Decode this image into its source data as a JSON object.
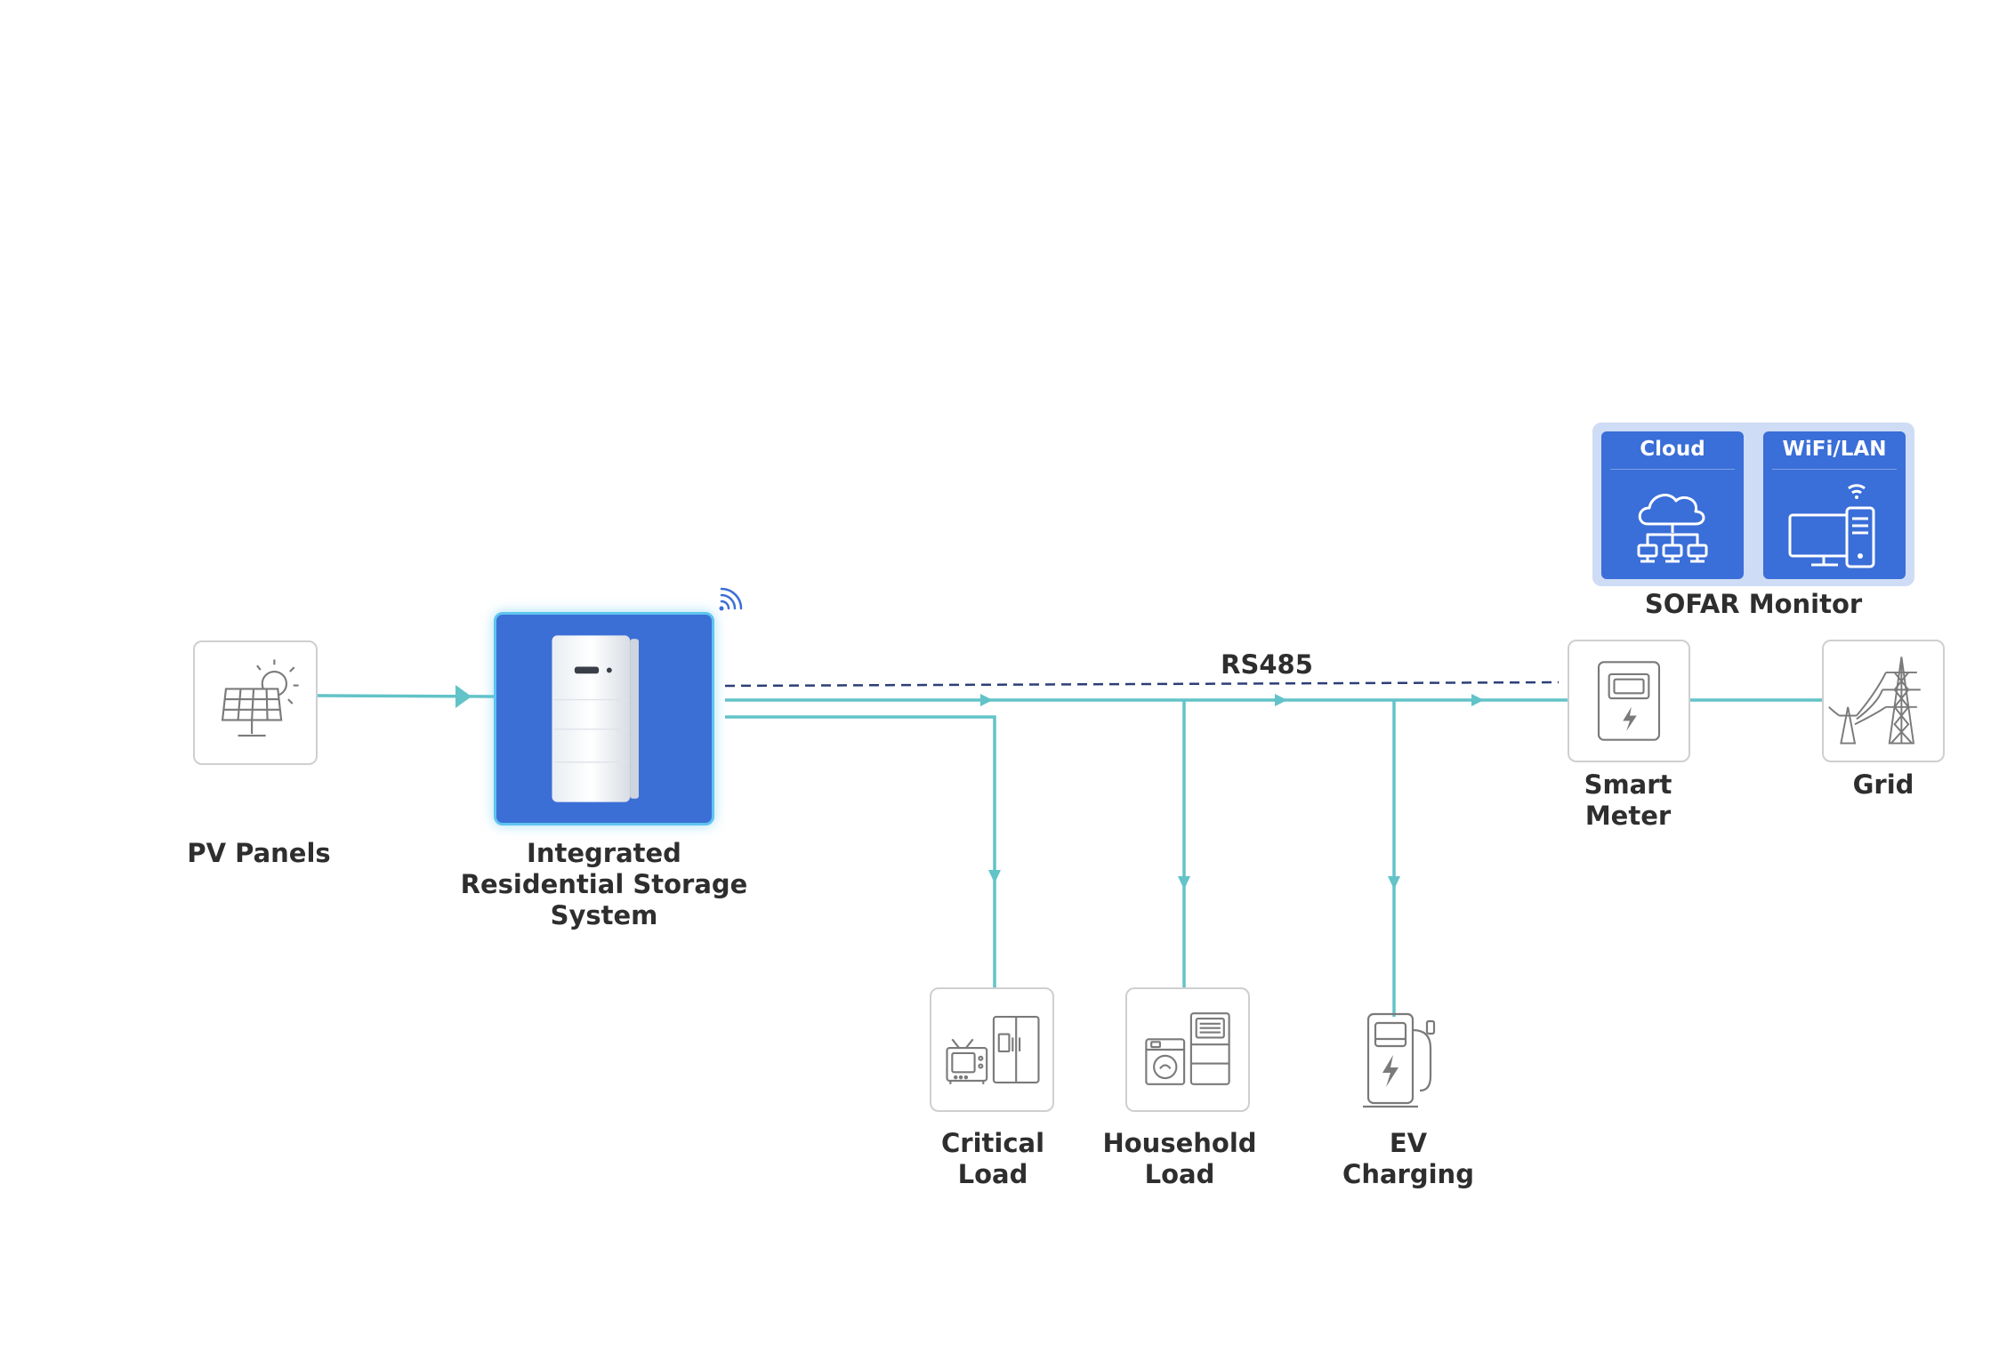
{
  "colors": {
    "power_line": "#62c3c8",
    "comm_line": "#2d3e78",
    "accent_blue": "#3b6fd6",
    "glow": "#5fc4ef",
    "icon_stroke": "#7a7a7a",
    "box_border": "#cfcfcf",
    "label": "#2e2e2e"
  },
  "nodes": {
    "pv_panels": {
      "label": [
        "PV Panels"
      ],
      "icon": "solar-panel-icon"
    },
    "storage": {
      "label": [
        "Integrated",
        "Residential Storage",
        "System"
      ],
      "icon": "battery-cabinet-icon",
      "badge_icon": "wireless-signal-icon"
    },
    "smart_meter": {
      "label": [
        "Smart",
        "Meter"
      ],
      "icon": "smart-meter-icon"
    },
    "grid": {
      "label": [
        "Grid"
      ],
      "icon": "power-tower-icon"
    },
    "critical_load": {
      "label": [
        "Critical",
        "Load"
      ],
      "icon": "tv-fridge-icon"
    },
    "household_load": {
      "label": [
        "Household",
        "Load"
      ],
      "icon": "washer-appliance-icon"
    },
    "ev_charging": {
      "label": [
        "EV",
        "Charging"
      ],
      "icon": "ev-charger-icon"
    }
  },
  "monitor": {
    "title": "SOFAR Monitor",
    "cards": [
      {
        "title": "Cloud",
        "icon": "cloud-network-icon"
      },
      {
        "title": "WiFi/LAN",
        "icon": "computer-wifi-icon"
      }
    ]
  },
  "links": {
    "comm_label": "RS485"
  }
}
